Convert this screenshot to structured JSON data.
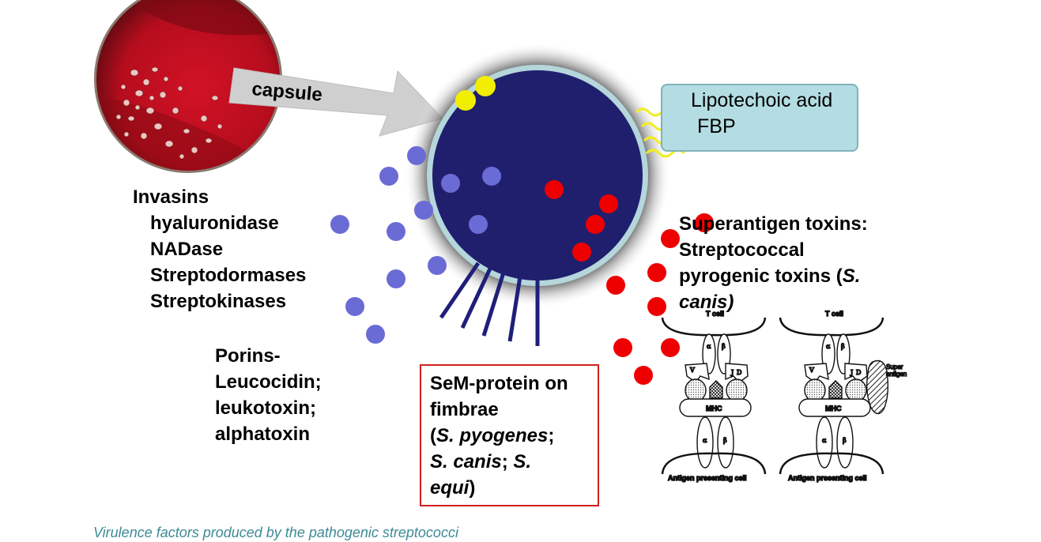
{
  "diagram": {
    "capsule_label": "capsule",
    "lipo": {
      "line1": "Lipotechoic acid",
      "line2": "FBP"
    },
    "invasins": {
      "title": "Invasins",
      "items": [
        "hyaluronidase",
        "NADase",
        "Streptodormases",
        "Streptokinases"
      ]
    },
    "porins": [
      "Porins-",
      "Leucocidin;",
      "leukotoxin;",
      "alphatoxin"
    ],
    "sem": {
      "line1": "SeM-protein on",
      "line2": "fimbrae",
      "line3_a": "(",
      "line3_b": "S. pyogenes",
      "line3_c": ";",
      "line4_a": "S. canis",
      "line4_b": "; ",
      "line4_c": "S.",
      "line5_a": "equi",
      "line5_b": ")"
    },
    "superantigen": {
      "line1": "Superantigen toxins:",
      "line2": "Streptococcal",
      "line3_a": "pyrogenic toxins (",
      "line3_b": "S.",
      "line4": "canis)"
    },
    "tcell_panels": {
      "t_cell": "T cell",
      "mhc": "MHC",
      "apc": "Antigen presenting cell",
      "alpha": "α",
      "beta": "β",
      "v": "V",
      "j": "J",
      "d": "D",
      "super_antigen_a": "Super",
      "super_antigen_b": "antigen"
    }
  },
  "caption": "Virulence factors produced by the pathogenic streptococci",
  "colors": {
    "cell_fill": "#1f1f6e",
    "cell_ring": "#a8cfd6",
    "invasin_dot": "#6b6bd6",
    "toxin_dot": "#ee0000",
    "capsule_dot": "#f2ee00",
    "agar_red": "#c00d1c",
    "caption": "#3d8a97"
  }
}
